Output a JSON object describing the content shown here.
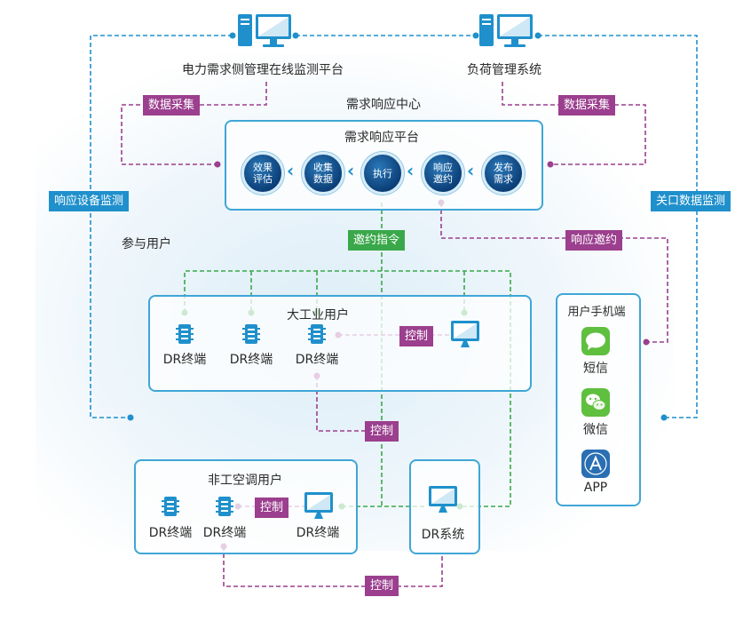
{
  "top": {
    "left_platform": "电力需求侧管理在线监测平台",
    "right_platform": "负荷管理系统",
    "center_title": "需求响应中心"
  },
  "platform": {
    "title": "需求响应平台",
    "steps": [
      {
        "line1": "效果",
        "line2": "评估"
      },
      {
        "line1": "收集",
        "line2": "数据"
      },
      {
        "line1": "执行",
        "line2": ""
      },
      {
        "line1": "响应",
        "line2": "邀约"
      },
      {
        "line1": "发布",
        "line2": "需求"
      }
    ]
  },
  "tags": {
    "data_collect_left": "数据采集",
    "data_collect_right": "数据采集",
    "response_monitor": "响应设备监测",
    "gateway_monitor": "关口数据监测",
    "invite_cmd": "邀约指令",
    "response_invite": "响应邀约",
    "control_1": "控制",
    "control_2": "控制",
    "control_3": "控制",
    "control_4": "控制"
  },
  "participants_label": "参与用户",
  "industrial": {
    "title": "大工业用户",
    "terminals": [
      "DR终端",
      "DR终端",
      "DR终端"
    ]
  },
  "ac_users": {
    "title": "非工空调用户",
    "terminals": [
      "DR终端",
      "DR终端",
      "DR终端"
    ]
  },
  "dr_system": "DR系统",
  "mobile": {
    "title": "用户手机端",
    "items": [
      "短信",
      "微信",
      "APP"
    ]
  },
  "colors": {
    "blue_line": "#1f90cc",
    "purple_line": "#9b3f8e",
    "green_line": "#3aa84a"
  }
}
